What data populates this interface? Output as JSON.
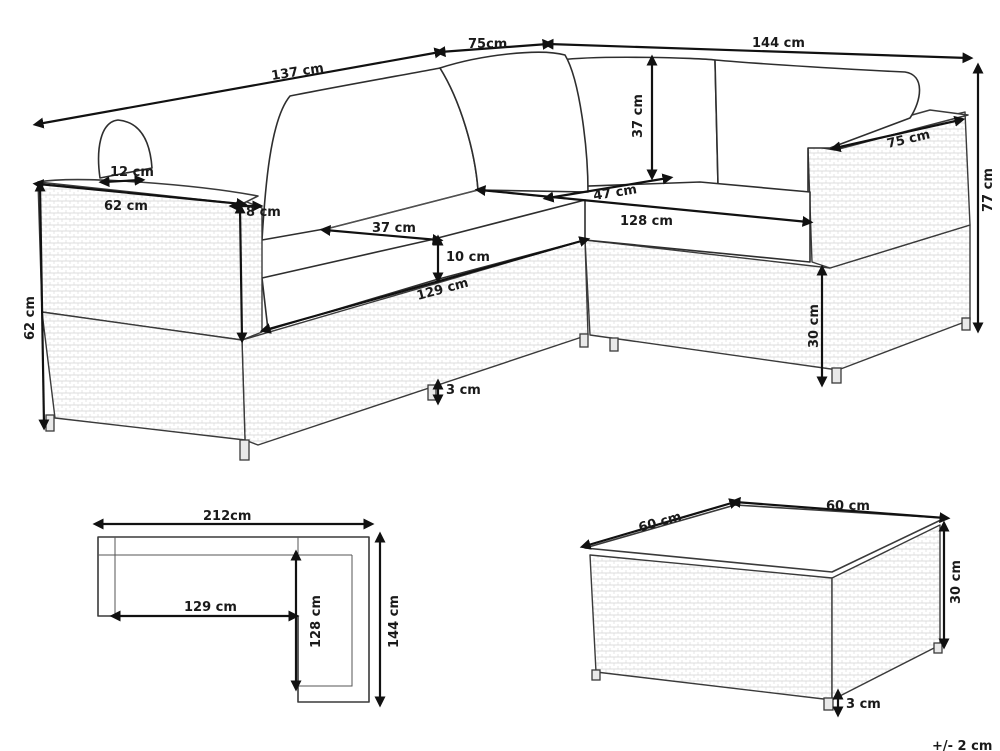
{
  "dimensions": {
    "sofa_long_side": "137 cm",
    "corner_depth": "75cm",
    "sofa_short_side": "144 cm",
    "back_cushion_height": "37 cm",
    "armrest_depth": "75 cm",
    "total_height": "77 cm",
    "armrest_width": "12 cm",
    "armrest_length": "62 cm",
    "armrest_thickness": "8 cm",
    "seat_depth_right": "47 cm",
    "seat_width_right": "128 cm",
    "seat_depth_left": "37 cm",
    "seat_cushion_height": "10 cm",
    "seat_width_left": "129 cm",
    "side_height": "62 cm",
    "seat_base_height": "30 cm",
    "leg_height": "3 cm"
  },
  "top_view": {
    "total_width": "212cm",
    "inner_width": "129 cm",
    "inner_depth": "128 cm",
    "total_depth": "144 cm"
  },
  "table": {
    "depth": "60 cm",
    "width": "60 cm",
    "height": "30 cm",
    "leg_height": "3 cm"
  },
  "tolerance": "+/- 2 cm"
}
